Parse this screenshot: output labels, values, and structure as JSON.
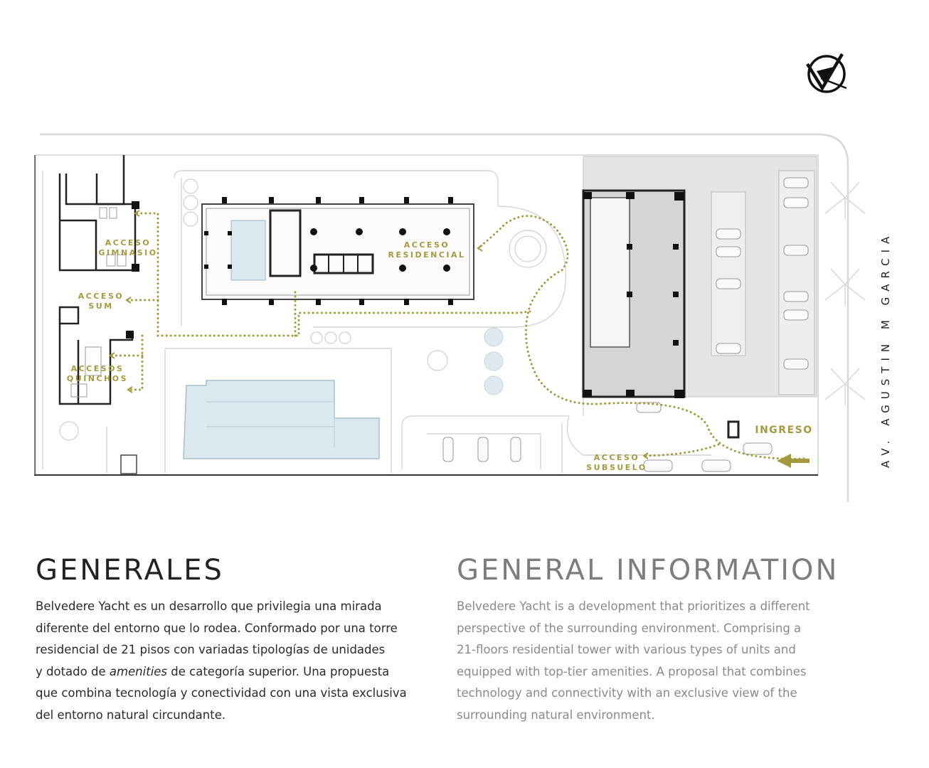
{
  "colors": {
    "accent": "#a59a3d",
    "wall": "#222222",
    "pool": "#dbe8ef",
    "tower": "#d9d9d9"
  },
  "compass": {
    "icon": "north-compass-icon"
  },
  "plan": {
    "street": "AV. AGUSTIN M GARCIA",
    "labels": {
      "gimnasio_1": "ACCESO",
      "gimnasio_2": "GIMNASIO",
      "residencial_1": "ACCESO",
      "residencial_2": "RESIDENCIAL",
      "sum_1": "ACCESO",
      "sum_2": "SUM",
      "quinchos_1": "ACCESOS",
      "quinchos_2": "QUINCHOS",
      "subsuelo_1": "ACCESO",
      "subsuelo_2": "SUBSUELO",
      "ingreso": "INGRESO"
    }
  },
  "es": {
    "title": "GENERALES",
    "body": [
      "Belvedere Yacht es un desarrollo que privilegia una mirada",
      "diferente del entorno que lo rodea. Conformado por una torre",
      "residencial de 21 pisos con variadas tipologías de unidades",
      {
        "before": "y dotado de ",
        "em": "amenities",
        "after": " de categoría superior. Una propuesta"
      },
      "que combina tecnología y conectividad con una vista exclusiva",
      "del entorno natural circundante."
    ]
  },
  "en": {
    "title": "GENERAL INFORMATION",
    "body": [
      "Belvedere Yacht is a development that prioritizes a different",
      "perspective of the surrounding environment. Comprising a",
      "21-floors residential tower with various types of units and",
      "equipped with top-tier amenities. A proposal that combines",
      "technology and connectivity with an exclusive view of the",
      "surrounding natural environment."
    ]
  }
}
